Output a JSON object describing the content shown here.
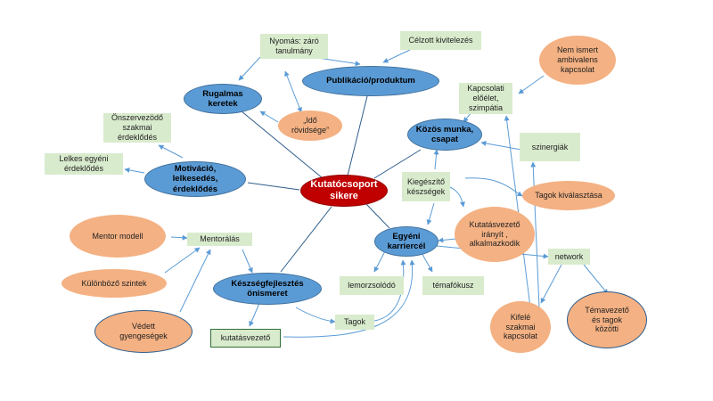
{
  "colors": {
    "central_fill": "#c00000",
    "primary_fill": "#5b9bd5",
    "secondary_fill": "#d9ebcd",
    "tertiary_fill": "#f4b183",
    "line_color": "#2e5d8c",
    "arrow_color": "#5b9bd5"
  },
  "diagram": {
    "central": {
      "label": "Kutatócsoport\nsikere"
    },
    "primary": {
      "rugalmas": {
        "label": "Rugalmas\nkeretek"
      },
      "publikacio": {
        "label": "Publikáció/produktum"
      },
      "kozos": {
        "label": "Közös munka,\ncsapat"
      },
      "motivacio": {
        "label": "Motiváció,\nlelkesedés,\nérdeklődés"
      },
      "egyeni": {
        "label": "Egyéni\nkarriercél"
      },
      "keszseg": {
        "label": "Készségfejlesztés\nönismeret"
      }
    },
    "secondary": {
      "nyomas": {
        "label": "Nyomás: záró\ntanulmány"
      },
      "celzott": {
        "label": "Célzott kivitelezés"
      },
      "kapcsolati": {
        "label": "Kapcsolati\nelőélet,\nszimpátia"
      },
      "onszervezodo": {
        "label": "Önszervezödő\nszakmai\nérdeklődés"
      },
      "lelkes": {
        "label": "Lelkes egyéni\nérdeklődés"
      },
      "szinergiak": {
        "label": "szinergiák"
      },
      "kiegeszito": {
        "label": "Kiegészítő\nkészségek"
      },
      "mentoralas": {
        "label": "Mentorálás"
      },
      "network": {
        "label": "network"
      },
      "lemorzsolodo": {
        "label": "lemorzsolódó"
      },
      "temafokusz": {
        "label": "témafókusz"
      },
      "tagok": {
        "label": "Tagok"
      },
      "kutatasvezeto": {
        "label": "kutatásvezető"
      }
    },
    "tertiary": {
      "ido": {
        "label": "„Idő\nrövidsége”"
      },
      "nem_ismert": {
        "label": "Nem ismert\nambivalens\nkapcsolat"
      },
      "tagok_kivalasztasa": {
        "label": "Tagok kiválasztása"
      },
      "kutatasvezeto_iranyit": {
        "label": "Kutatásvezető\nirányít ,\nalkalmazkodik"
      },
      "mentor_modell": {
        "label": "Mentor modell"
      },
      "kulonbozo": {
        "label": "Különböző szintek"
      },
      "vedett": {
        "label": "Védett\ngyengeségek"
      },
      "kifele": {
        "label": "Kifelé\nszakmai\nkapcsolat"
      },
      "temavezeto": {
        "label": "Témavezető\nés tagok\nközötti"
      }
    }
  }
}
